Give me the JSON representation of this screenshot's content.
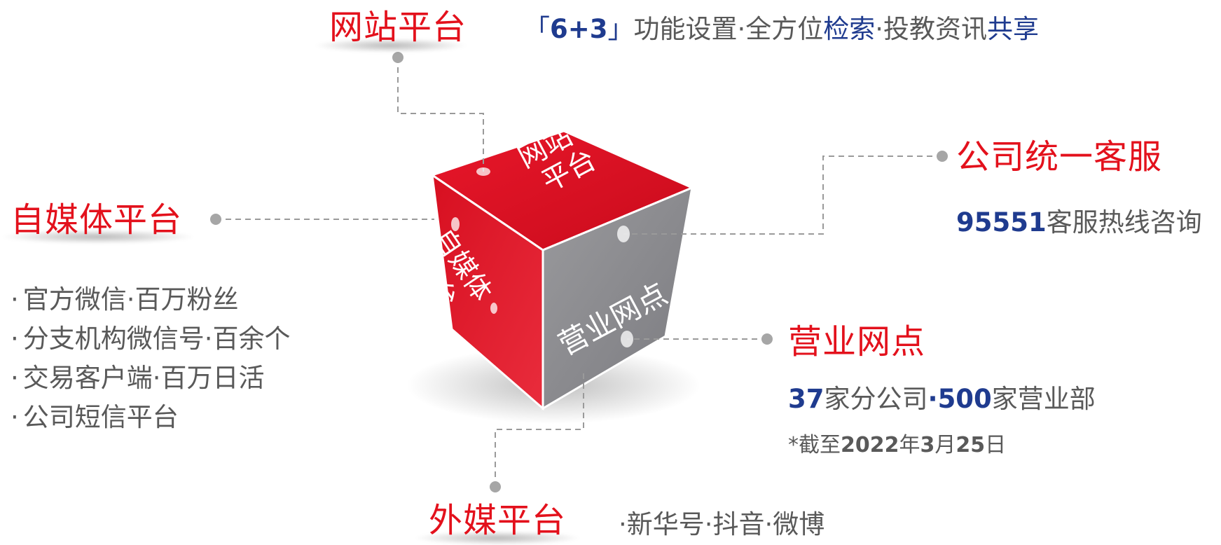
{
  "top": {
    "title": "网站平台",
    "bracket_open": "「",
    "bracket_value": "6+3",
    "bracket_close": "」",
    "text1": "功能设置·全方位",
    "em1": "检索",
    "text2": "·投教资讯",
    "em2": "共享"
  },
  "right_top": {
    "title": "公司统一客服",
    "number": "95551",
    "text": "客服热线咨询"
  },
  "left": {
    "title": "自媒体平台",
    "bullet": "·",
    "items": [
      "官方微信·百万粉丝",
      "分支机构微信号·百余个",
      "交易客户端·百万日活",
      "公司短信平台"
    ]
  },
  "right_bottom": {
    "title": "营业网点",
    "num1": "37",
    "text1": "家分公司",
    "sep": "·",
    "num2": "500",
    "text2": "家营业部",
    "note_prefix": "*截至",
    "note_year": "2022",
    "note_year_unit": "年",
    "note_month": "3",
    "note_month_unit": "月",
    "note_day": "25",
    "note_day_unit": "日"
  },
  "bottom": {
    "title": "外媒平台",
    "text": "·新华号·抖音·微博"
  },
  "cube": {
    "top_face_line1": "网站",
    "top_face_line2": "平台",
    "left_face_line1": "自媒体",
    "left_face_line2": "平台",
    "right_face": "营业网点"
  },
  "colors": {
    "accent_red": "#e3111c",
    "blue": "#1f3b8f",
    "gray_text": "#595959",
    "cube_gray": "#8f8f92"
  }
}
